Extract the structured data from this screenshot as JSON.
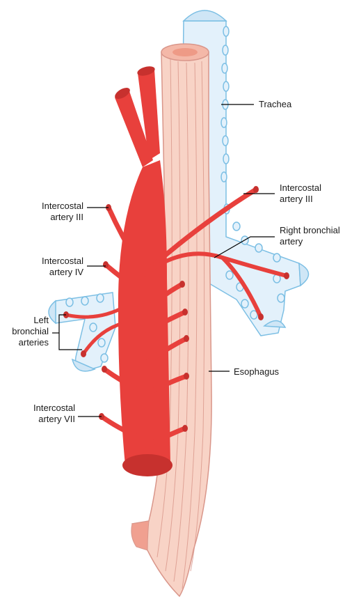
{
  "labels": {
    "trachea": "Trachea",
    "esophagus": "Esophagus",
    "intercostal_iii_right": [
      "Intercostal",
      "artery III"
    ],
    "right_bronchial": [
      "Right bronchial",
      "artery"
    ],
    "intercostal_iii_left": [
      "Intercostal",
      "artery III"
    ],
    "intercostal_iv": [
      "Intercostal",
      "artery IV"
    ],
    "left_bronchial": [
      "Left",
      "bronchial",
      "arteries"
    ],
    "intercostal_vii": [
      "Intercostal",
      "artery VII"
    ]
  },
  "colors": {
    "aorta": "#e8403c",
    "aorta_dark": "#c7312e",
    "esophagus": "#f8d3c6",
    "esophagus_stroke": "#d9968a",
    "trachea": "#e3f1fb",
    "trachea_stroke": "#7cbfe4"
  }
}
